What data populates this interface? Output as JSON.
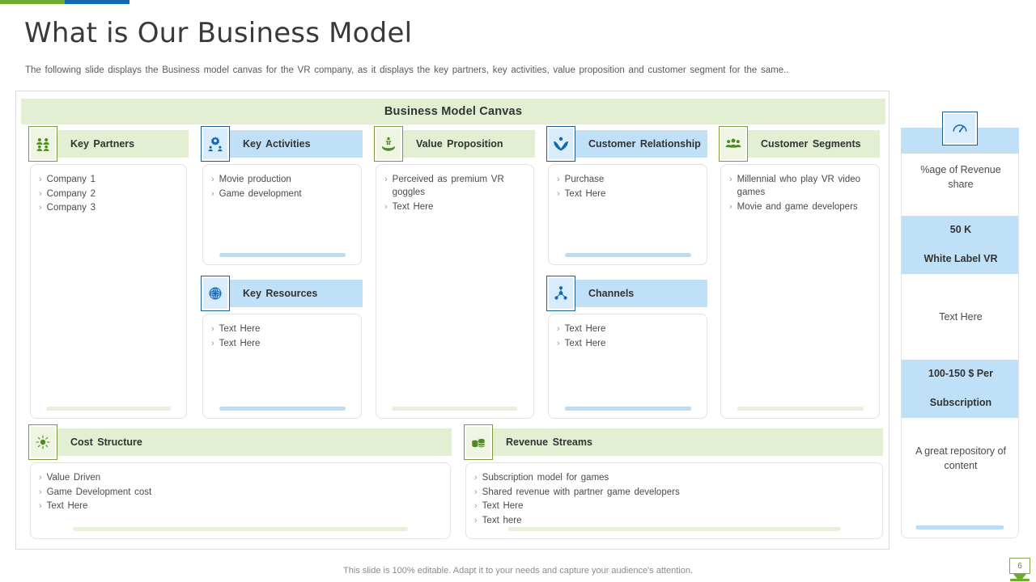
{
  "header": {
    "title": "What is Our Business Model",
    "subtitle": "The following slide displays the Business model canvas for the VR company, as it displays the key partners, key activities, value proposition and customer segment for the same..",
    "accent_green": "#6cab2e",
    "accent_blue": "#1268b3"
  },
  "canvas": {
    "title": "Business Model Canvas",
    "sections": [
      {
        "key": "key-partners",
        "title": "Key Partners",
        "theme": "green",
        "icon": "people-group-icon",
        "items": [
          "Company 1",
          "Company 2",
          "Company 3"
        ]
      },
      {
        "key": "key-activities",
        "title": "Key Activities",
        "theme": "blue",
        "icon": "gear-people-icon",
        "items": [
          "Movie production",
          "Game development"
        ]
      },
      {
        "key": "value-proposition",
        "title": "Value Proposition",
        "theme": "green",
        "icon": "gift-hand-icon",
        "items": [
          "Perceived as premium VR goggles",
          "Text Here"
        ]
      },
      {
        "key": "customer-relationship",
        "title": "Customer Relationship",
        "theme": "blue",
        "icon": "handshake-person-icon",
        "items": [
          "Purchase",
          "Text Here"
        ]
      },
      {
        "key": "customer-segments",
        "title": "Customer Segments",
        "theme": "green",
        "icon": "people-trio-icon",
        "items": [
          "Millennial who play VR video games",
          "Movie and game developers"
        ]
      },
      {
        "key": "key-resources",
        "title": "Key Resources",
        "theme": "blue",
        "icon": "network-sphere-icon",
        "items": [
          "Text Here",
          "Text Here"
        ]
      },
      {
        "key": "channels",
        "title": "Channels",
        "theme": "blue",
        "icon": "node-network-icon",
        "items": [
          "Text Here",
          "Text Here"
        ]
      },
      {
        "key": "cost-structure",
        "title": "Cost Structure",
        "theme": "green",
        "icon": "sun-burst-icon",
        "items": [
          "Value Driven",
          "Game Development  cost",
          "Text Here"
        ]
      },
      {
        "key": "revenue-streams",
        "title": "Revenue Streams",
        "theme": "green",
        "icon": "money-coins-icon",
        "items": [
          "Subscription model for games",
          "Shared revenue with partner game developers",
          "Text Here",
          "Text here"
        ]
      }
    ]
  },
  "sidebar": {
    "icon": "gauge-icon",
    "cells": [
      {
        "text": "%age of Revenue share",
        "style": "plain"
      },
      {
        "text": "50 K",
        "style": "highlight"
      },
      {
        "text": "White Label VR",
        "style": "highlight"
      },
      {
        "text": "Text Here",
        "style": "plain"
      },
      {
        "text": "100-150 $ Per",
        "style": "highlight"
      },
      {
        "text": "Subscription",
        "style": "highlight"
      },
      {
        "text": "A great repository of content",
        "style": "plain"
      }
    ]
  },
  "footer": {
    "note": "This slide is 100% editable. Adapt it to your needs and capture your audience's attention.",
    "page_number": "6"
  }
}
